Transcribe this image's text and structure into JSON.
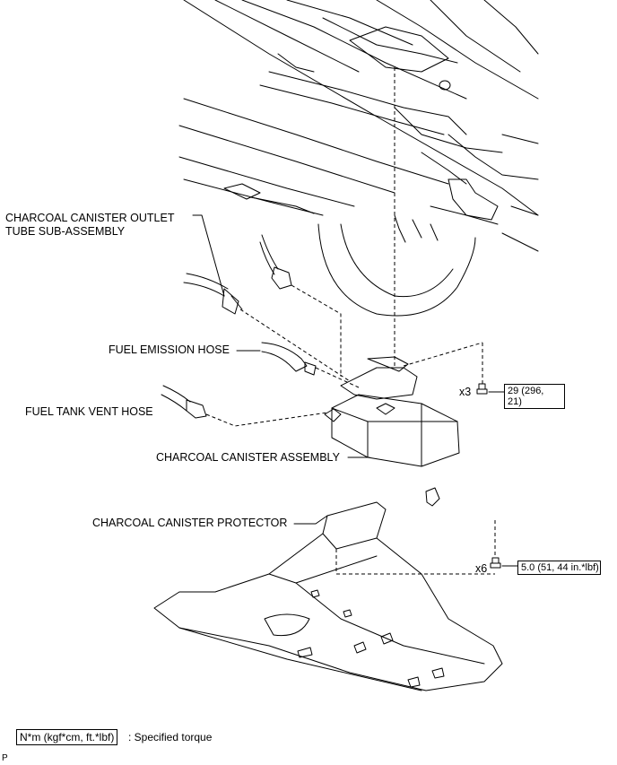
{
  "labels": {
    "outlet_tube_line1": "CHARCOAL CANISTER OUTLET",
    "outlet_tube_line2": "TUBE SUB-ASSEMBLY",
    "fuel_emission_hose": "FUEL EMISSION HOSE",
    "fuel_tank_vent_hose": "FUEL TANK VENT HOSE",
    "canister_assembly": "CHARCOAL CANISTER ASSEMBLY",
    "canister_protector": "CHARCOAL CANISTER PROTECTOR"
  },
  "fasteners": {
    "upper_count": "x3",
    "upper_torque_line1": "29 (296,",
    "upper_torque_line2": "21)",
    "lower_count": "x6",
    "lower_torque": "5.0 (51, 44 in.*lbf)"
  },
  "legend": {
    "unit_box": "N*m (kgf*cm, ft.*lbf)",
    "description": ": Specified torque"
  },
  "footer_mark": "P"
}
